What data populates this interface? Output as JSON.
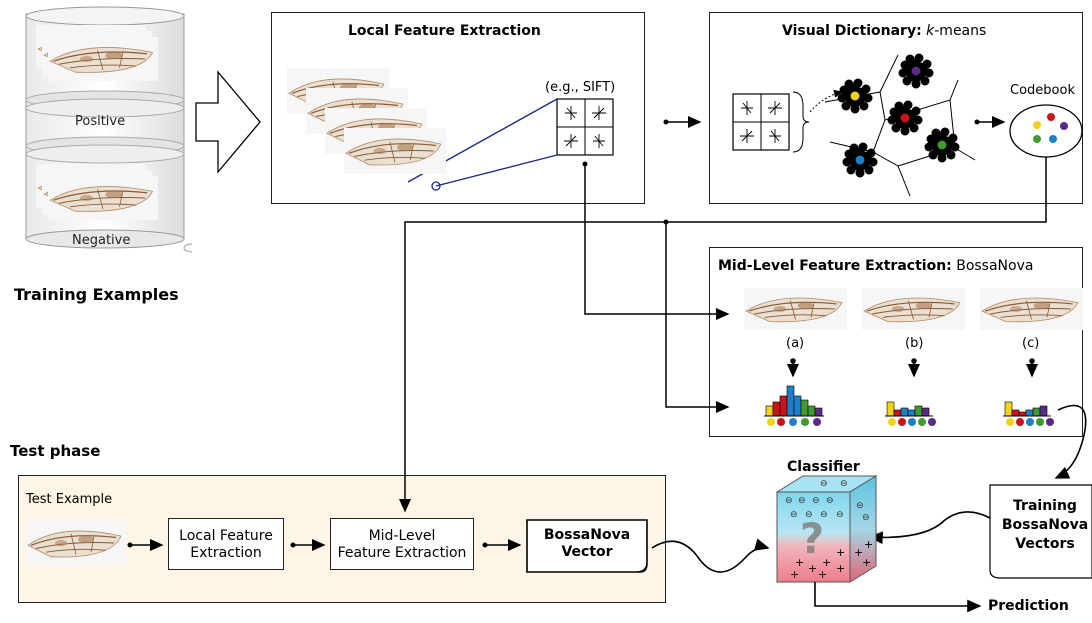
{
  "training": {
    "positive_label": "Positive",
    "negative_label": "Negative",
    "title": "Training Examples"
  },
  "local_feature": {
    "title": "Local Feature Extraction",
    "sift_label": "(e.g., SIFT)"
  },
  "visual_dictionary": {
    "title_bold": "Visual Dictionary:",
    "title_italic": "k",
    "title_rest": "-means",
    "codebook_label": "Codebook"
  },
  "mid_level": {
    "title_bold": "Mid-Level Feature Extraction:",
    "title_rest": "BossaNova",
    "labels": [
      "(a)",
      "(b)",
      "(c)"
    ]
  },
  "test_phase": {
    "title": "Test phase",
    "test_example_label": "Test Example",
    "local_feature_box": [
      "Local Feature",
      "Extraction"
    ],
    "mid_level_box": [
      "Mid-Level",
      "Feature Extraction"
    ],
    "bossanova_vector": [
      "BossaNova",
      "Vector"
    ]
  },
  "classifier": {
    "title": "Classifier",
    "prediction_label": "Prediction",
    "training_vectors": [
      "Training",
      "BossaNova",
      "Vectors"
    ]
  },
  "colors": {
    "yellow": "#f2d31b",
    "red": "#c8151b",
    "blue": "#1d7fc6",
    "green": "#3f9b2e",
    "purple": "#5a2a86",
    "test_bg": "#fdf6e6",
    "navy": "#1a2a8a"
  }
}
